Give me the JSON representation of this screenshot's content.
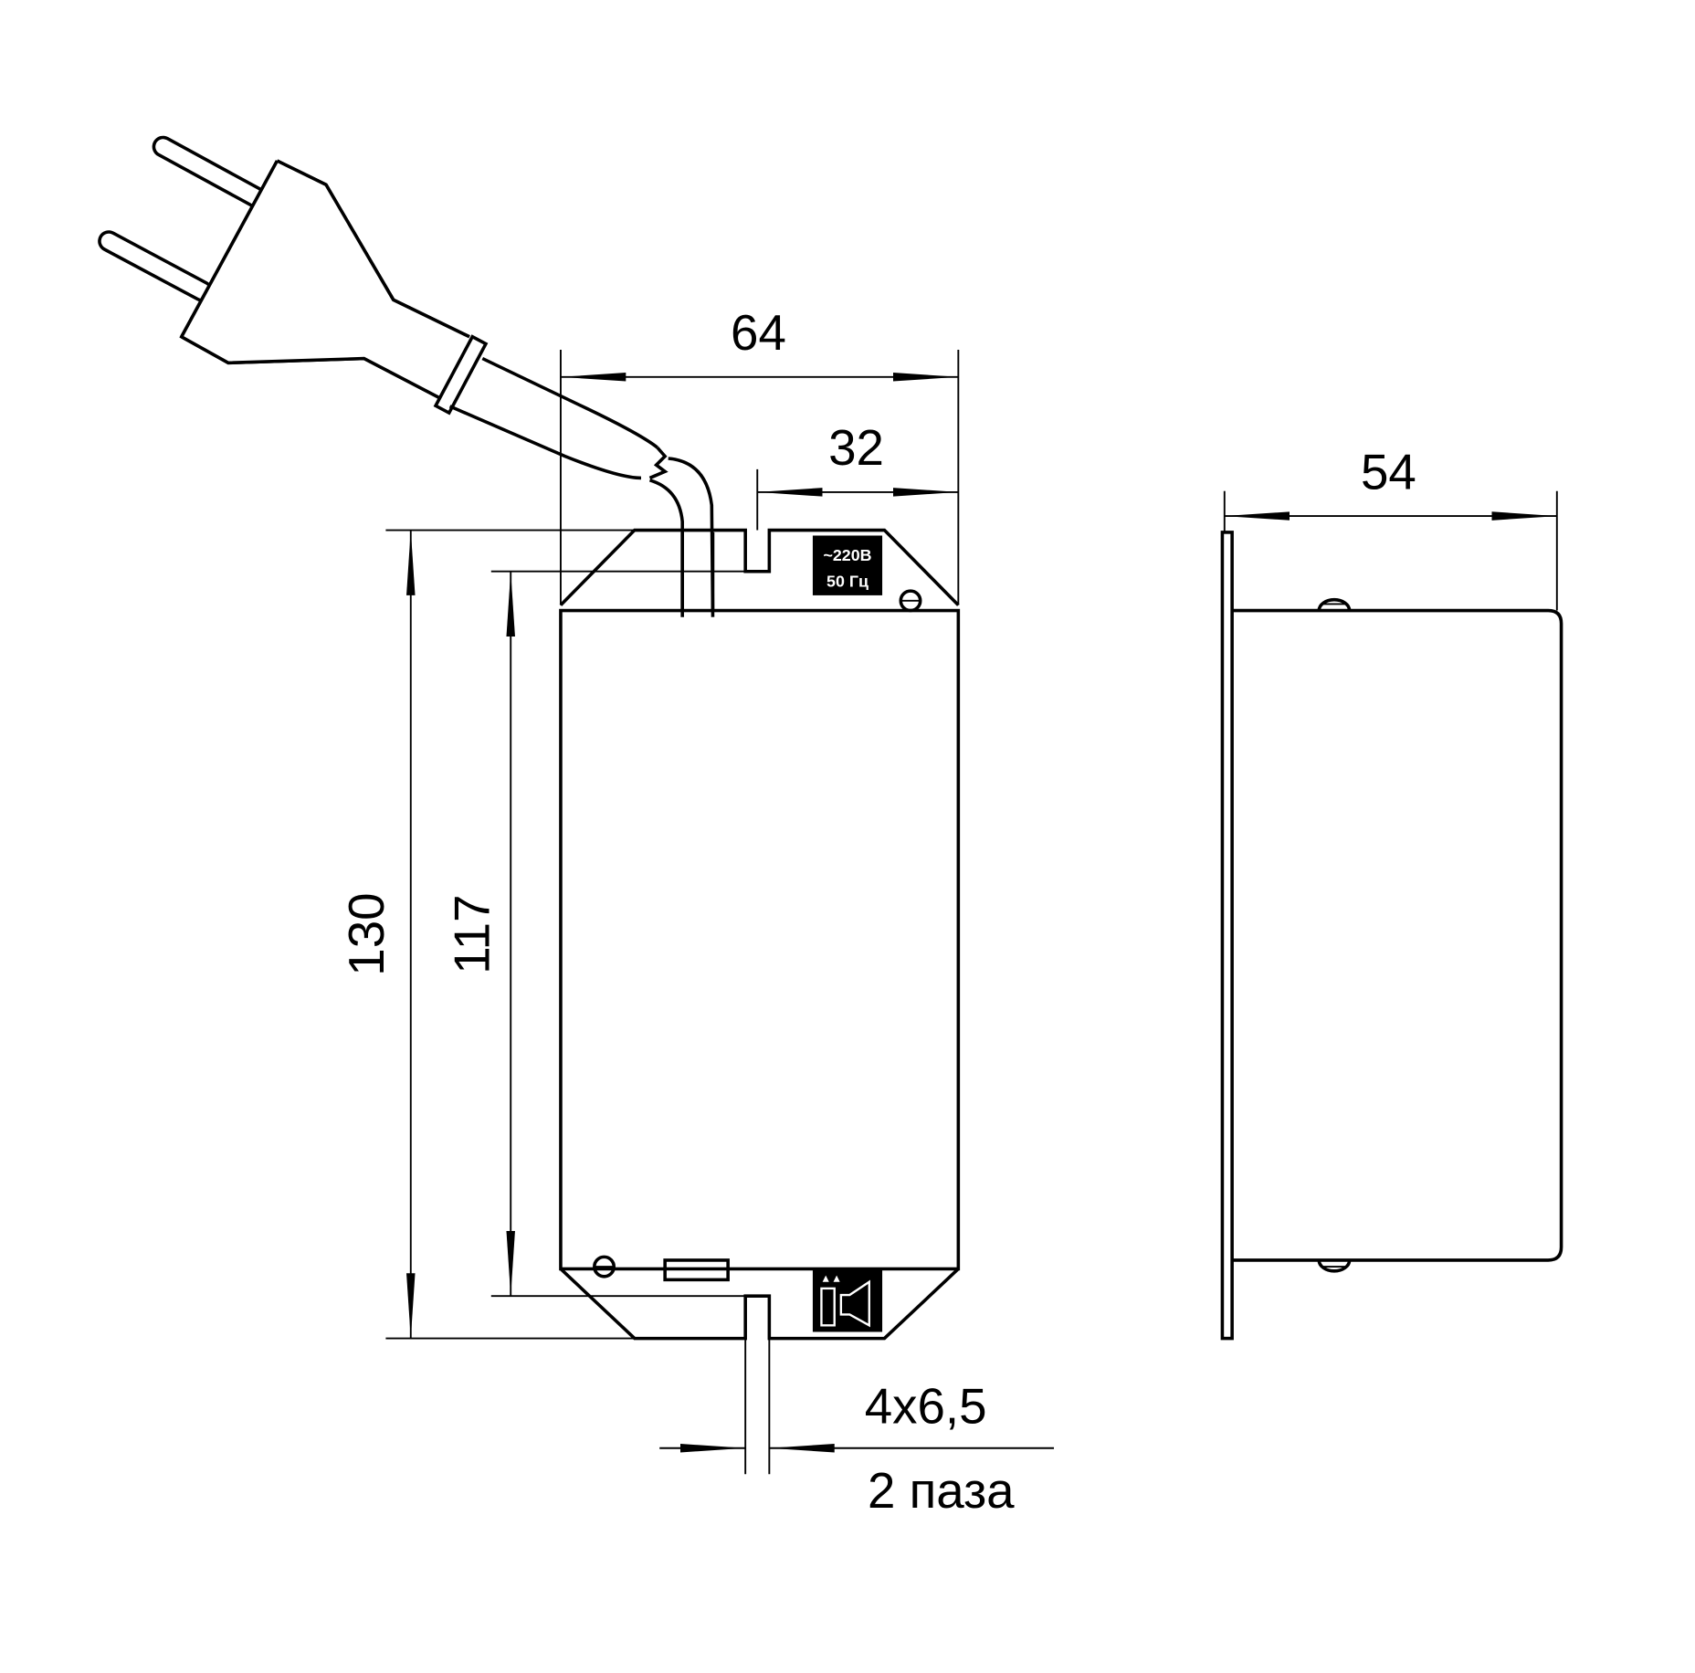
{
  "dimensions": {
    "width_total": "64",
    "slot_offset": "32",
    "depth": "54",
    "height_total": "130",
    "height_mount": "117",
    "slot_size": "4x6,5",
    "slot_count": "2 паза"
  },
  "label_plate": {
    "voltage": "~220В",
    "frequency": "50 Гц"
  },
  "colors": {
    "line": "#000000",
    "background": "#ffffff"
  }
}
